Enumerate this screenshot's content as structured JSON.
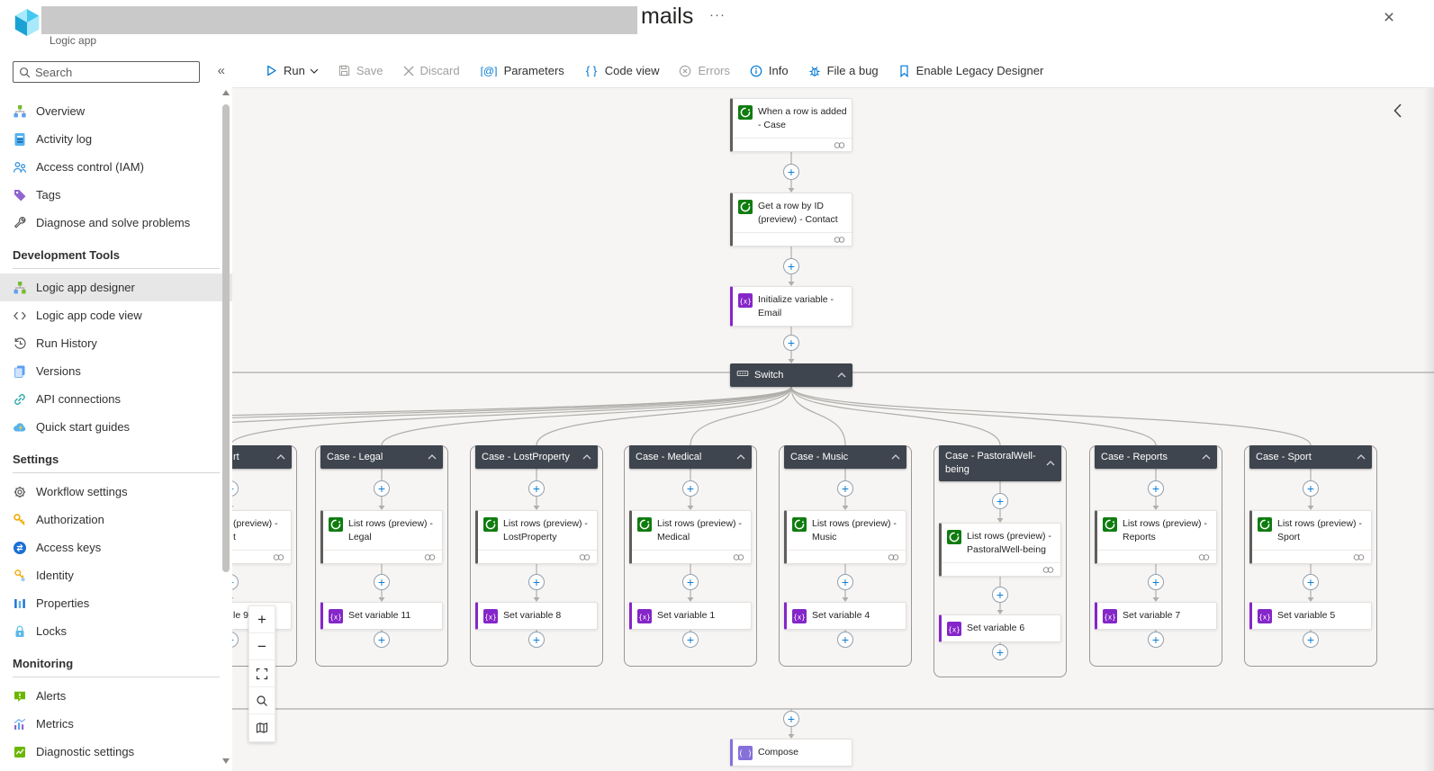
{
  "header": {
    "title_visible": "mails",
    "title_redacted": true,
    "resource_type": "Logic app",
    "ellipsis": "···",
    "close_glyph": "×"
  },
  "sidebar": {
    "search_placeholder": "Search",
    "collapse_glyph": "«",
    "sections": [
      {
        "title": "",
        "items": [
          {
            "label": "Overview",
            "icon": "overview-icon"
          },
          {
            "label": "Activity log",
            "icon": "activity-log-icon"
          },
          {
            "label": "Access control (IAM)",
            "icon": "access-control-icon"
          },
          {
            "label": "Tags",
            "icon": "tags-icon"
          },
          {
            "label": "Diagnose and solve problems",
            "icon": "diagnose-icon"
          }
        ]
      },
      {
        "title": "Development Tools",
        "items": [
          {
            "label": "Logic app designer",
            "icon": "designer-icon",
            "selected": true
          },
          {
            "label": "Logic app code view",
            "icon": "code-view-icon"
          },
          {
            "label": "Run History",
            "icon": "run-history-icon"
          },
          {
            "label": "Versions",
            "icon": "versions-icon"
          },
          {
            "label": "API connections",
            "icon": "api-connections-icon"
          },
          {
            "label": "Quick start guides",
            "icon": "quick-start-icon"
          }
        ]
      },
      {
        "title": "Settings",
        "items": [
          {
            "label": "Workflow settings",
            "icon": "workflow-settings-icon"
          },
          {
            "label": "Authorization",
            "icon": "authorization-icon"
          },
          {
            "label": "Access keys",
            "icon": "access-keys-icon"
          },
          {
            "label": "Identity",
            "icon": "identity-icon"
          },
          {
            "label": "Properties",
            "icon": "properties-icon"
          },
          {
            "label": "Locks",
            "icon": "locks-icon"
          }
        ]
      },
      {
        "title": "Monitoring",
        "items": [
          {
            "label": "Alerts",
            "icon": "alerts-icon"
          },
          {
            "label": "Metrics",
            "icon": "metrics-icon"
          },
          {
            "label": "Diagnostic settings",
            "icon": "diagnostic-settings-icon"
          }
        ]
      }
    ]
  },
  "toolbar": {
    "items": [
      {
        "label": "Run",
        "icon": "run",
        "enabled": true,
        "dropdown": true
      },
      {
        "label": "Save",
        "icon": "save",
        "enabled": false
      },
      {
        "label": "Discard",
        "icon": "discard",
        "enabled": false
      },
      {
        "label": "Parameters",
        "icon": "parameters",
        "enabled": true
      },
      {
        "label": "Code view",
        "icon": "codeview",
        "enabled": true
      },
      {
        "label": "Errors",
        "icon": "errors",
        "enabled": false
      },
      {
        "label": "Info",
        "icon": "info",
        "enabled": true
      },
      {
        "label": "File a bug",
        "icon": "bug",
        "enabled": true
      },
      {
        "label": "Enable Legacy Designer",
        "icon": "bookmark",
        "enabled": true
      }
    ]
  },
  "workflow": {
    "trigger_chain": [
      {
        "title": "When a row is added - Case",
        "icon": "dataverse",
        "strip": true
      },
      {
        "title": "Get a row by ID (preview) - Contact",
        "icon": "dataverse",
        "strip": true
      },
      {
        "title": "Initialize variable - Email",
        "icon": "variables",
        "strip": false
      }
    ],
    "switch_label": "Switch",
    "branches": [
      {
        "partial": true,
        "header_fragment": "rt",
        "list_line1": "(preview) -",
        "list_line2": "t",
        "set_fragment": "le 9"
      },
      {
        "header": "Case - Legal",
        "list": "List rows (preview) - Legal",
        "set": "Set variable 11"
      },
      {
        "header": "Case - LostProperty",
        "list": "List rows (preview) - LostProperty",
        "set": "Set variable 8"
      },
      {
        "header": "Case - Medical",
        "list": "List rows (preview) - Medical",
        "set": "Set variable 1"
      },
      {
        "header": "Case - Music",
        "list": "List rows (preview) - Music",
        "set": "Set variable 4"
      },
      {
        "header": "Case - PastoralWell-being",
        "list": "List rows (preview) - PastoralWell-being",
        "set": "Set variable 6",
        "tall": true
      },
      {
        "header": "Case - Reports",
        "list": "List rows (preview) - Reports",
        "set": "Set variable 7"
      },
      {
        "header": "Case - Sport",
        "list": "List rows (preview) - Sport",
        "set": "Set variable 5"
      }
    ],
    "after_switch": [
      {
        "title": "Compose",
        "icon": "compose"
      }
    ]
  },
  "zoom_controls": [
    {
      "name": "zoom-in",
      "glyph": "+"
    },
    {
      "name": "zoom-out",
      "glyph": "−"
    },
    {
      "name": "fit-screen",
      "glyph": ""
    },
    {
      "name": "zoom-search",
      "glyph": ""
    },
    {
      "name": "minimap",
      "glyph": ""
    }
  ],
  "colors": {
    "accent_blue": "#0078d4",
    "case_header": "#3f454e",
    "dataverse_green": "#107c10",
    "variables_purple": "#8526c9",
    "compose_purple": "#8671d9",
    "action_accent_gray": "#605e5c",
    "canvas_background": "#f6f5f3",
    "scope_border": "#9a9896",
    "connector_gray": "#b0aeab",
    "disabled_gray": "#a19f9d",
    "redaction_gray": "#c9c9c9"
  }
}
